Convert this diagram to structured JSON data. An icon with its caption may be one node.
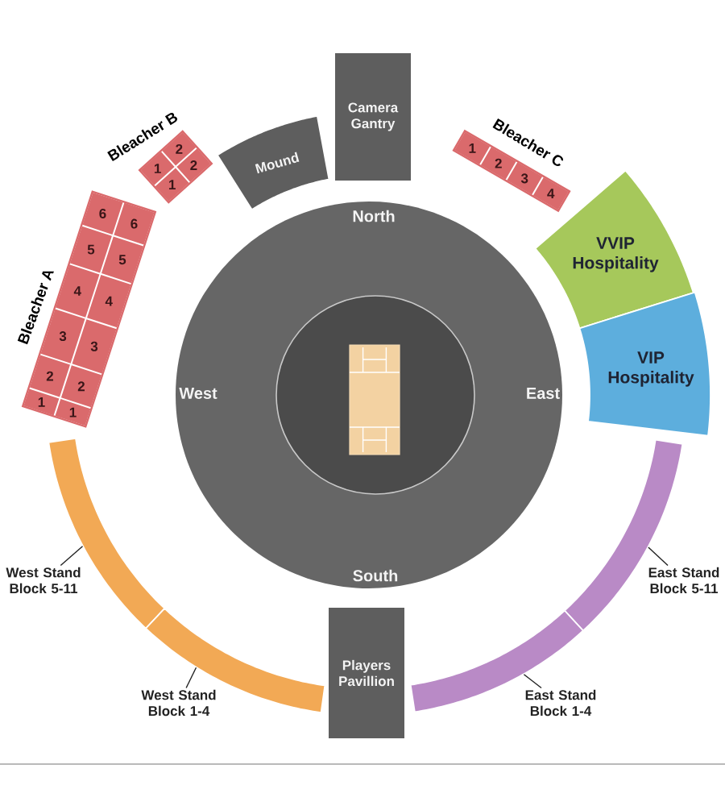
{
  "diagram": {
    "nodes": [
      {
        "text": [
          "Camera Gantry"
        ]
      },
      {
        "text": [
          "Bleacher B"
        ]
      },
      {
        "text": [
          "2"
        ],
        "in": 1
      },
      {
        "text": [
          "1"
        ],
        "in": 1
      },
      {
        "text": [
          "2"
        ],
        "in": 1
      },
      {
        "text": [
          "1"
        ],
        "in": 1
      },
      {
        "text": [
          "Mound"
        ]
      },
      {
        "text": [
          "Bleacher C"
        ]
      },
      {
        "text": [
          "1"
        ],
        "in": 7
      },
      {
        "text": [
          "2"
        ],
        "in": 7
      },
      {
        "text": [
          "3"
        ],
        "in": 7
      },
      {
        "text": [
          "4"
        ],
        "in": 7
      },
      {
        "text": [
          "Bleacher A"
        ]
      },
      {
        "text": [
          "6"
        ],
        "in": 12
      },
      {
        "text": [
          "6"
        ],
        "in": 12
      },
      {
        "text": [
          "5"
        ],
        "in": 12
      },
      {
        "text": [
          "5"
        ],
        "in": 12
      },
      {
        "text": [
          "4"
        ],
        "in": 12
      },
      {
        "text": [
          "4"
        ],
        "in": 12
      },
      {
        "text": [
          "3"
        ],
        "in": 12
      },
      {
        "text": [
          "3"
        ],
        "in": 12
      },
      {
        "text": [
          "2"
        ],
        "in": 12
      },
      {
        "text": [
          "2"
        ],
        "in": 12
      },
      {
        "text": [
          "1"
        ],
        "in": 12
      },
      {
        "text": [
          "1"
        ],
        "in": 12
      },
      {
        "text": [
          "North",
          "West",
          "East",
          "South"
        ]
      },
      {
        "text": [],
        "shape": "circle",
        "in": 25
      },
      {
        "text": [],
        "shape": "box",
        "in": 26
      },
      {
        "text": [
          "VVIP Hospitality"
        ]
      },
      {
        "text": [
          "VIP Hospitality"
        ]
      },
      {
        "text": [],
        "shape": "arc"
      },
      {
        "text": [
          "West Stand Block 5-11"
        ]
      },
      {
        "text": [],
        "shape": "arc"
      },
      {
        "text": [
          "East Stand Block 5-11"
        ]
      },
      {
        "text": [],
        "shape": "arc"
      },
      {
        "text": [
          "West Stand Block 1-4"
        ]
      },
      {
        "text": [
          "Players Pavillion"
        ]
      },
      {
        "text": [],
        "shape": "arc"
      },
      {
        "text": [
          "East Stand Block 1-4"
        ]
      }
    ],
    "edges": [
      {
        "from": 31,
        "to": 30,
        "arrow": "none"
      },
      {
        "from": 33,
        "to": 32,
        "arrow": "none"
      },
      {
        "from": 35,
        "to": 34,
        "arrow": "none"
      },
      {
        "from": 38,
        "to": 37,
        "arrow": "none"
      }
    ]
  }
}
